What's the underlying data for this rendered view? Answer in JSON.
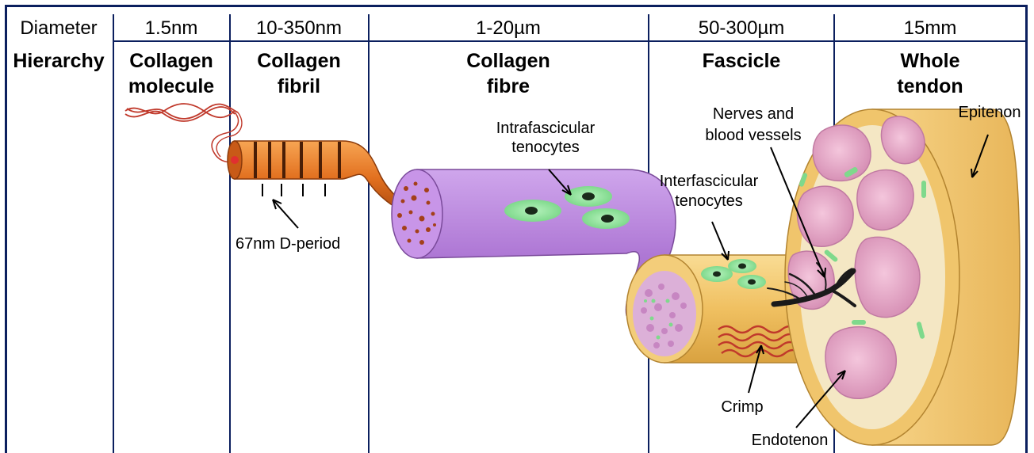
{
  "header": {
    "diameter_label": "Diameter",
    "hierarchy_label": "Hierarchy"
  },
  "columns": [
    {
      "diameter": "1.5nm",
      "name_line1": "Collagen",
      "name_line2": "molecule"
    },
    {
      "diameter": "10-350nm",
      "name_line1": "Collagen",
      "name_line2": "fibril"
    },
    {
      "diameter": "1-20µm",
      "name_line1": "Collagen",
      "name_line2": "fibre"
    },
    {
      "diameter": "50-300µm",
      "name_line1": "Fascicle",
      "name_line2": ""
    },
    {
      "diameter": "15mm",
      "name_line1": "Whole",
      "name_line2": "tendon"
    }
  ],
  "annotations": {
    "d_period": "67nm D-period",
    "intrafascicular_1": "Intrafascicular",
    "intrafascicular_2": "tenocytes",
    "interfascicular_1": "Interfascicular",
    "interfascicular_2": "tenocytes",
    "nerves_1": "Nerves and",
    "nerves_2": "blood vessels",
    "epitenon": "Epitenon",
    "crimp": "Crimp",
    "endotenon": "Endotenon"
  },
  "colors": {
    "border": "#0b1f5e",
    "collagen_fibril": "#d9661a",
    "collagen_fibre": "#b98ad8",
    "fascicle": "#f2c66d",
    "tenocyte": "#8fe09a",
    "inner_fascicle": "#e6a6c8"
  }
}
